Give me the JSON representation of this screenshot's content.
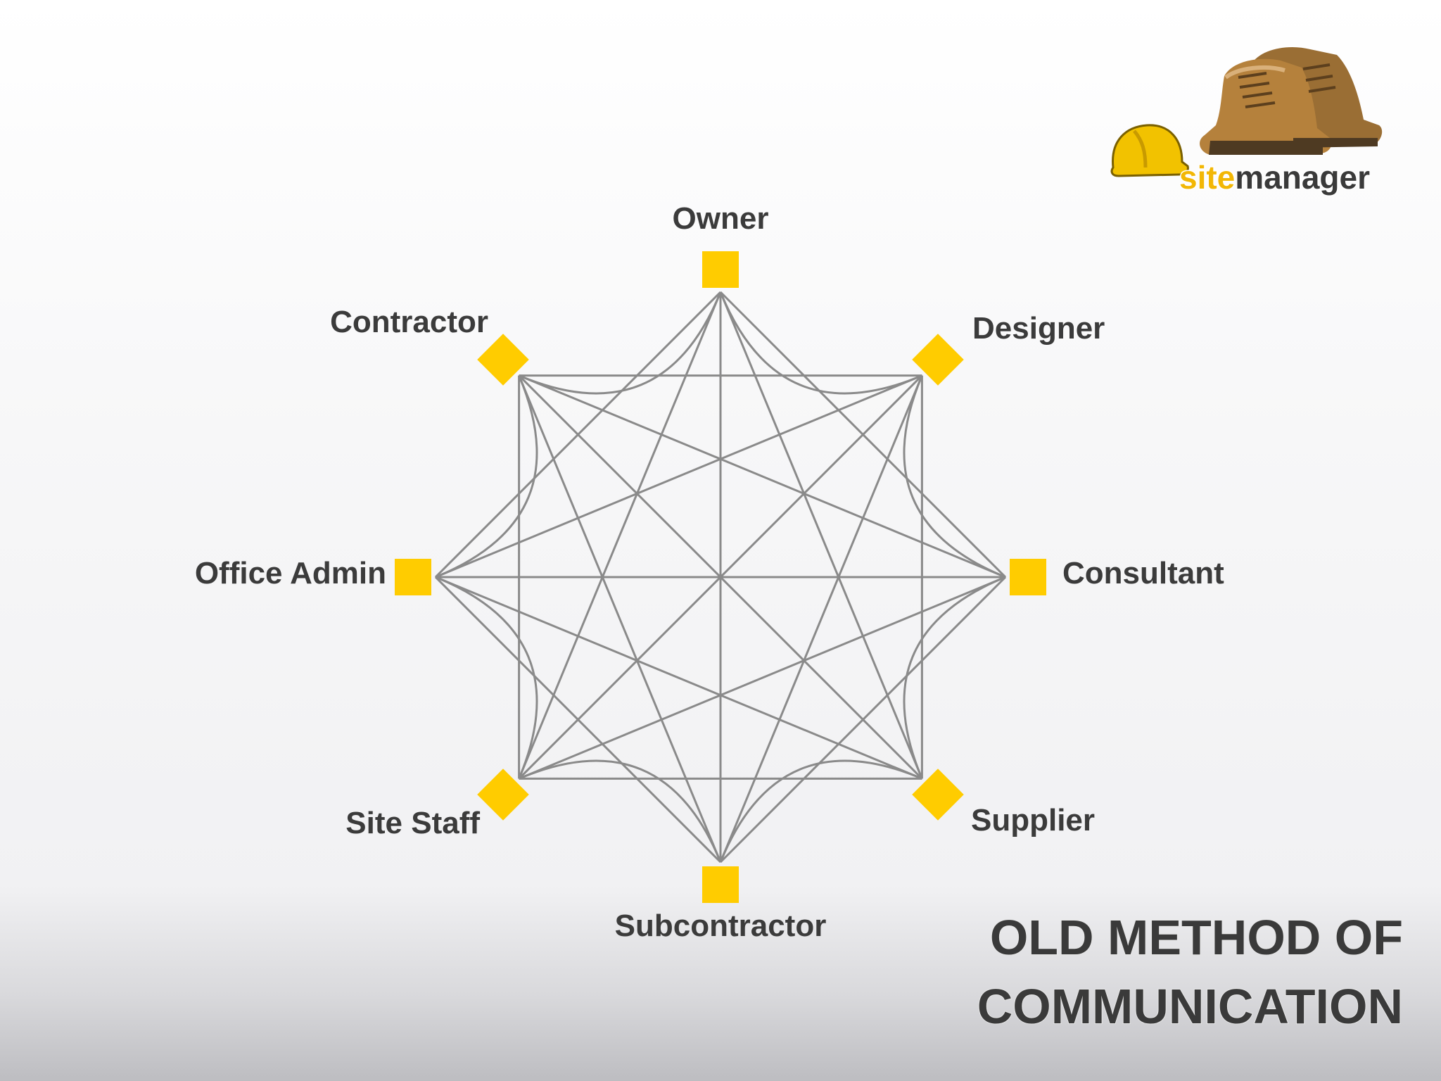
{
  "diagram": {
    "nodes": [
      {
        "id": "owner",
        "label": "Owner"
      },
      {
        "id": "designer",
        "label": "Designer"
      },
      {
        "id": "consultant",
        "label": "Consultant"
      },
      {
        "id": "supplier",
        "label": "Supplier"
      },
      {
        "id": "subcontractor",
        "label": "Subcontractor"
      },
      {
        "id": "site-staff",
        "label": "Site Staff"
      },
      {
        "id": "office-admin",
        "label": "Office Admin"
      },
      {
        "id": "contractor",
        "label": "Contractor"
      }
    ],
    "edges": "every node connects to every other node",
    "colors": {
      "node": "#ffcc00",
      "edge": "#8a8a8a",
      "label": "#3b3b3b"
    }
  },
  "title": {
    "line1": "OLD METHOD OF",
    "line2": "COMMUNICATION"
  },
  "logo": {
    "word_site": "site",
    "word_manager": "manager",
    "site_color": "#f2b705",
    "manager_color": "#3a3a3a",
    "icons": [
      "hard-hat-icon",
      "work-boots-icon"
    ]
  }
}
